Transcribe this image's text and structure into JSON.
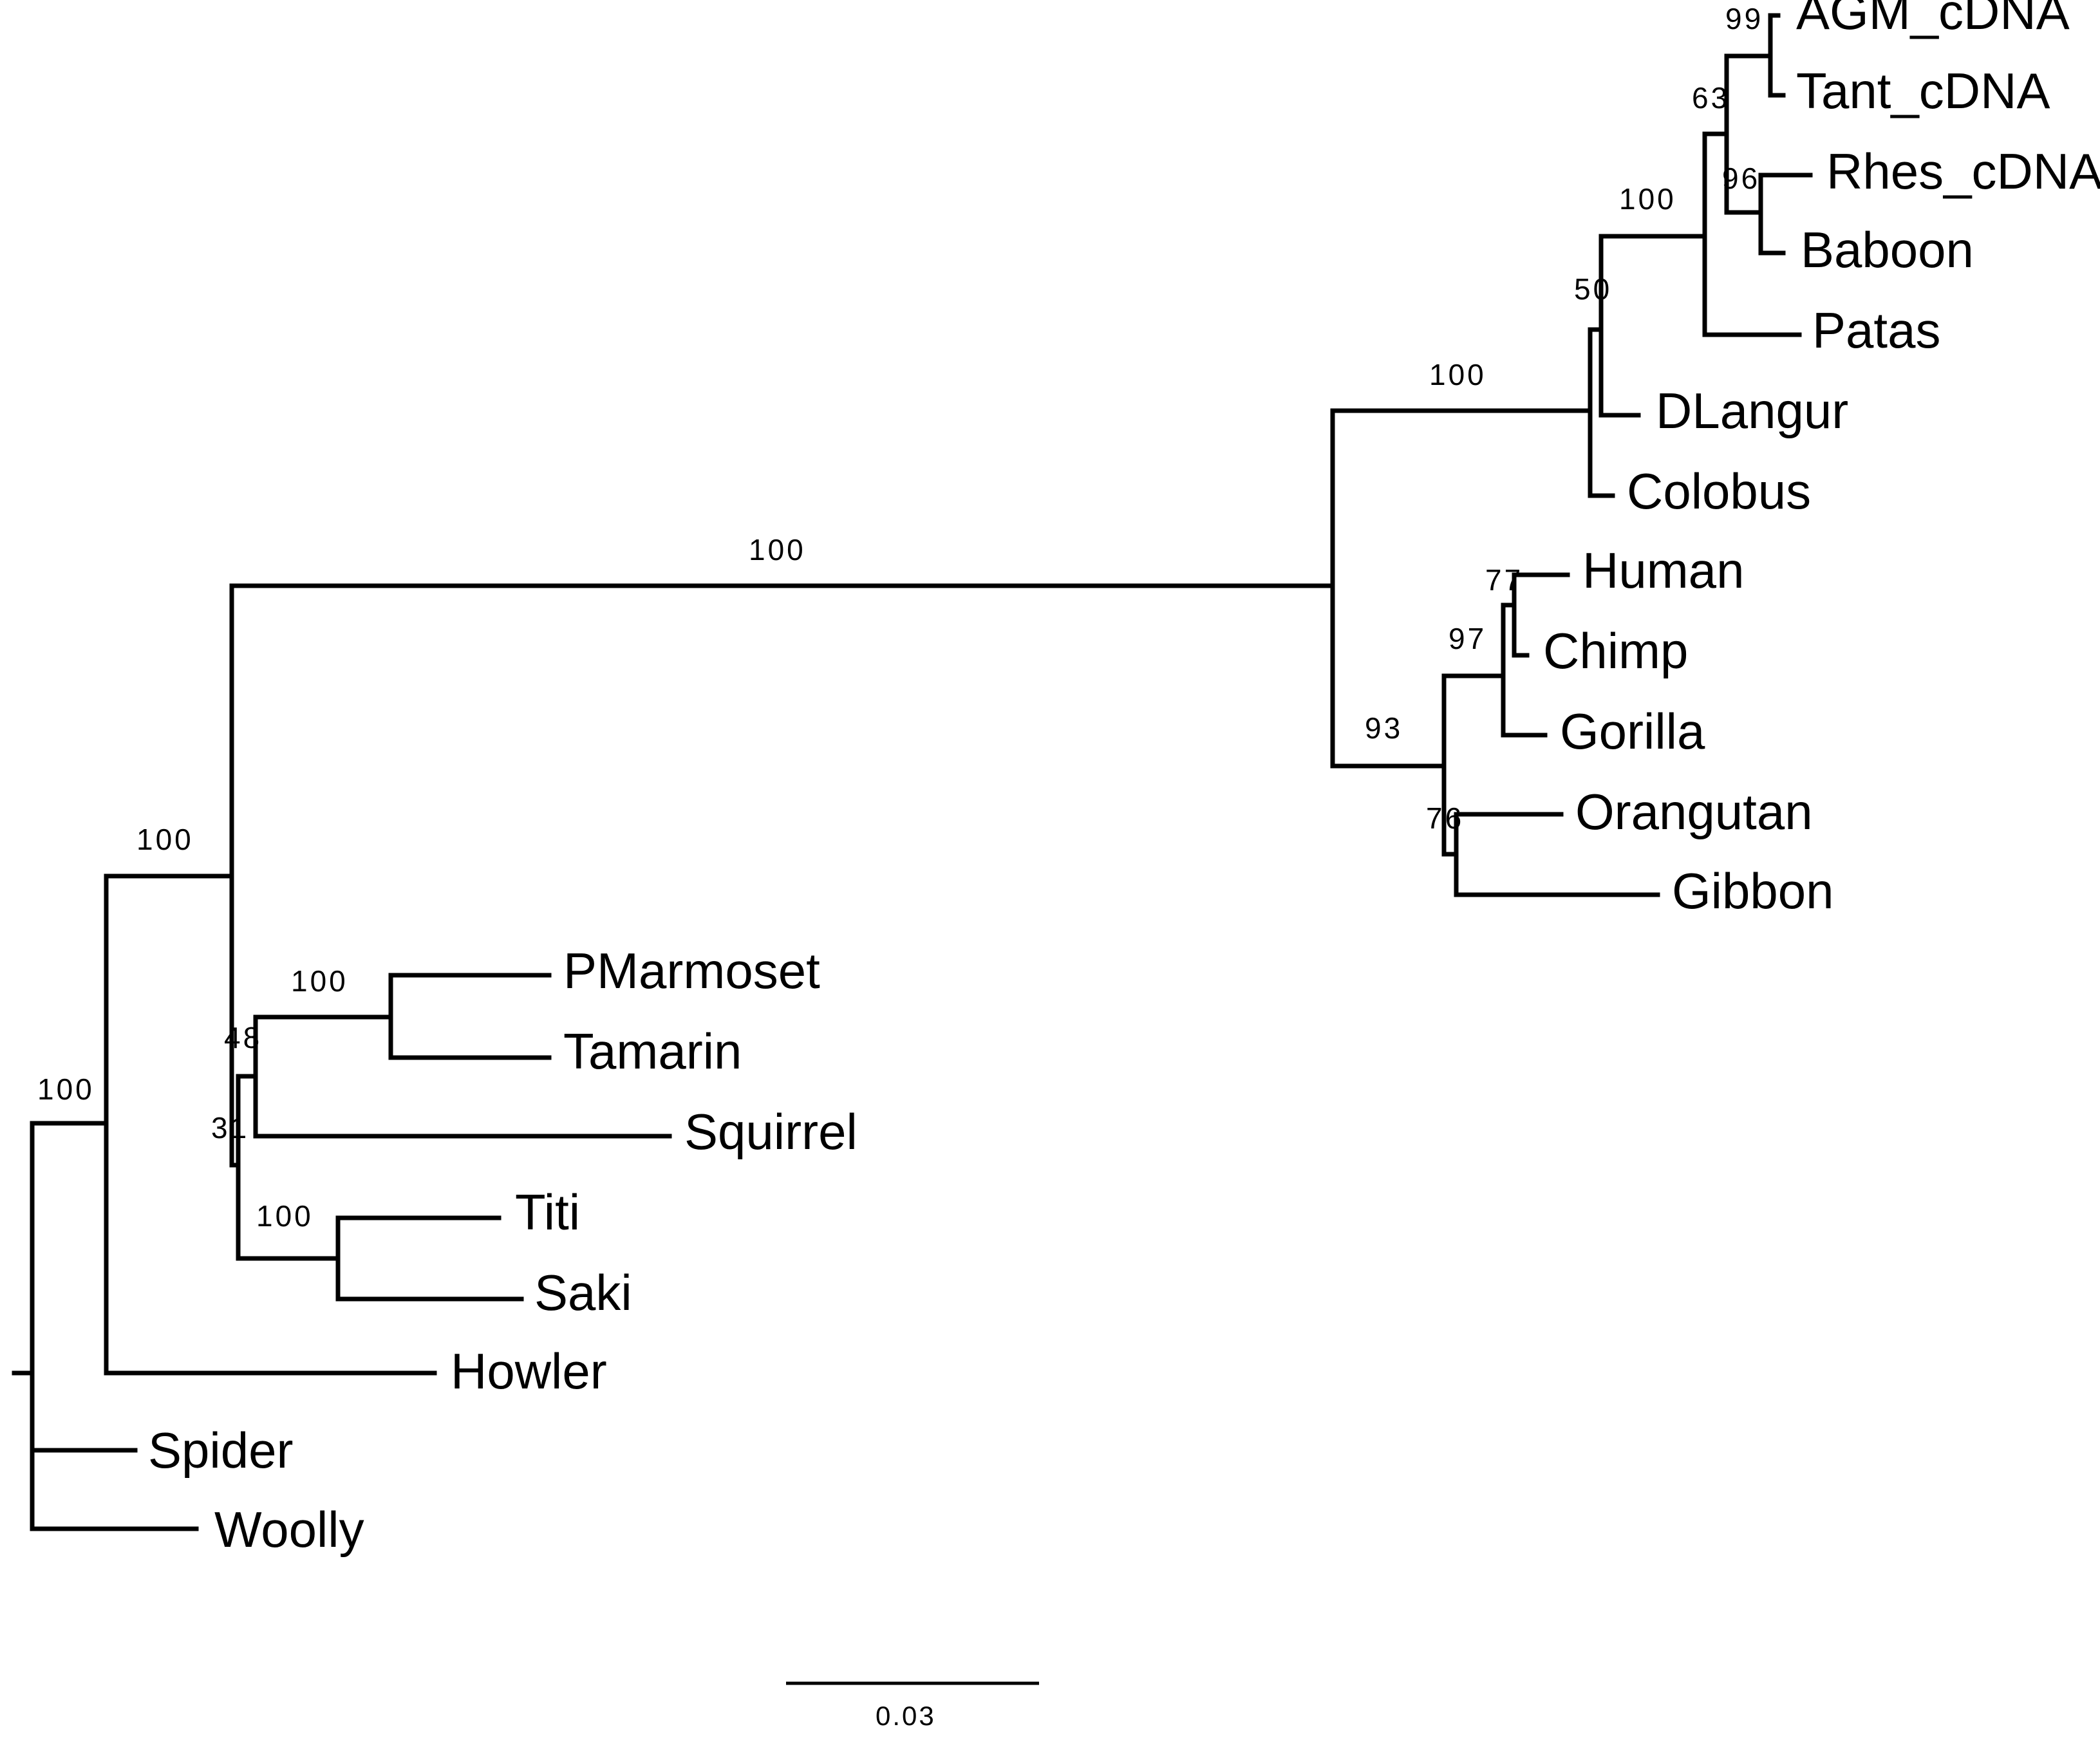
{
  "tree": {
    "taxa": [
      {
        "id": "agm-cdna",
        "label": "AGM_cDNA"
      },
      {
        "id": "tant-cdna",
        "label": "Tant_cDNA"
      },
      {
        "id": "rhes-cdna",
        "label": "Rhes_cDNA"
      },
      {
        "id": "baboon",
        "label": "Baboon"
      },
      {
        "id": "patas",
        "label": "Patas"
      },
      {
        "id": "dlangur",
        "label": "DLangur"
      },
      {
        "id": "colobus",
        "label": "Colobus"
      },
      {
        "id": "human",
        "label": "Human"
      },
      {
        "id": "chimp",
        "label": "Chimp"
      },
      {
        "id": "gorilla",
        "label": "Gorilla"
      },
      {
        "id": "orangutan",
        "label": "Orangutan"
      },
      {
        "id": "gibbon",
        "label": "Gibbon"
      },
      {
        "id": "pmarmoset",
        "label": "PMarmoset"
      },
      {
        "id": "tamarin",
        "label": "Tamarin"
      },
      {
        "id": "squirrel",
        "label": "Squirrel"
      },
      {
        "id": "titi",
        "label": "Titi"
      },
      {
        "id": "saki",
        "label": "Saki"
      },
      {
        "id": "howler",
        "label": "Howler"
      },
      {
        "id": "spider",
        "label": "Spider"
      },
      {
        "id": "woolly",
        "label": "Woolly"
      }
    ],
    "support_values": [
      {
        "id": "agm-tant",
        "value": "99"
      },
      {
        "id": "agm-tant-rhes-baboon",
        "value": "63"
      },
      {
        "id": "rhes-baboon",
        "value": "96"
      },
      {
        "id": "cercopithecini",
        "value": "100"
      },
      {
        "id": "colobinae-split",
        "value": "50"
      },
      {
        "id": "old-world-monkeys",
        "value": "100"
      },
      {
        "id": "catarrhini",
        "value": "100"
      },
      {
        "id": "human-chimp",
        "value": "77"
      },
      {
        "id": "african-apes",
        "value": "97"
      },
      {
        "id": "hominoidea",
        "value": "93"
      },
      {
        "id": "orangutan-gibbon",
        "value": "76"
      },
      {
        "id": "pmarmoset-tamarin",
        "value": "100"
      },
      {
        "id": "callitrichidae-squirrel",
        "value": "48"
      },
      {
        "id": "cebidae-pitheciidae",
        "value": "31"
      },
      {
        "id": "titi-saki",
        "value": "100"
      },
      {
        "id": "anthropoid-core",
        "value": "100"
      },
      {
        "id": "root-clade",
        "value": "100"
      }
    ]
  },
  "scale_bar": {
    "label": "0.03"
  }
}
